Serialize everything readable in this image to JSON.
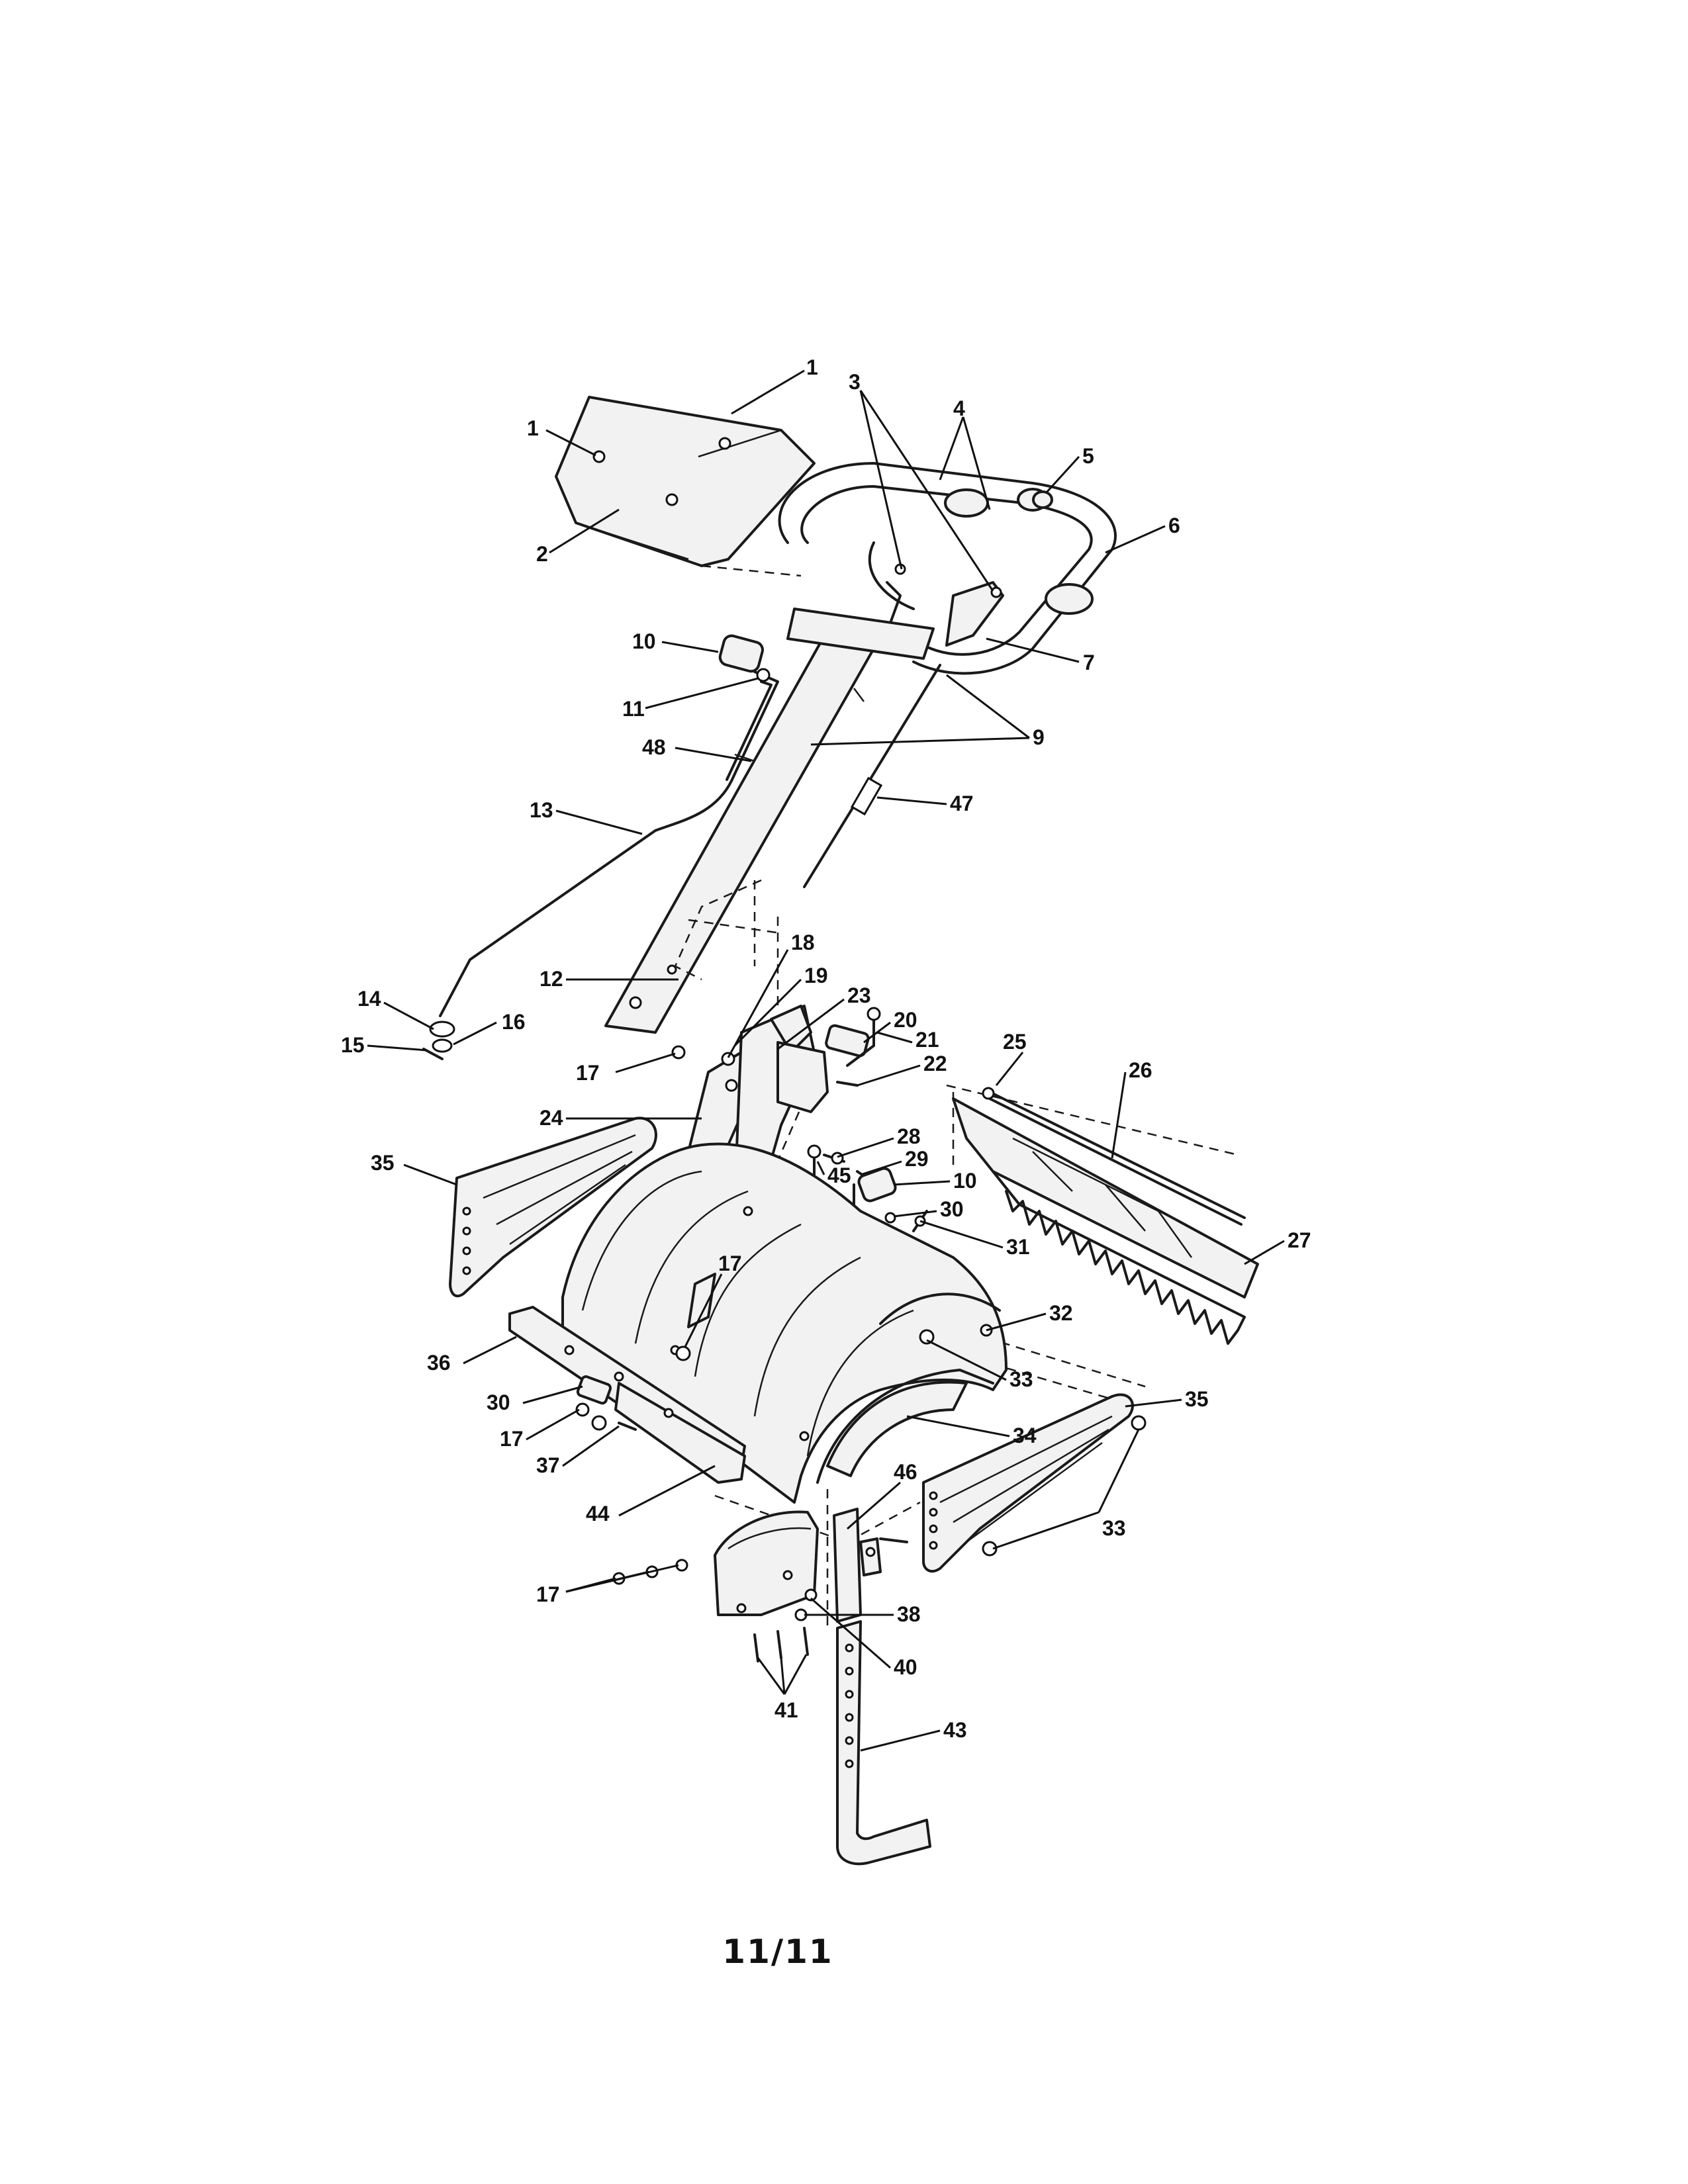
{
  "page": {
    "page_number": "11/11"
  },
  "callouts": {
    "c1a": "1",
    "c1b": "1",
    "c2": "2",
    "c3": "3",
    "c4": "4",
    "c5": "5",
    "c6": "6",
    "c7": "7",
    "c9": "9",
    "c10a": "10",
    "c10b": "10",
    "c11": "11",
    "c12": "12",
    "c13": "13",
    "c14": "14",
    "c15": "15",
    "c16": "16",
    "c17a": "17",
    "c17b": "17",
    "c17c": "17",
    "c17d": "17",
    "c18": "18",
    "c19": "19",
    "c20": "20",
    "c21": "21",
    "c22": "22",
    "c23": "23",
    "c24": "24",
    "c25": "25",
    "c26": "26",
    "c27": "27",
    "c28": "28",
    "c29": "29",
    "c30a": "30",
    "c30b": "30",
    "c31": "31",
    "c32": "32",
    "c33a": "33",
    "c33b": "33",
    "c34": "34",
    "c35a": "35",
    "c35b": "35",
    "c36": "36",
    "c37": "37",
    "c38": "38",
    "c40": "40",
    "c41": "41",
    "c43": "43",
    "c44": "44",
    "c45": "45",
    "c46": "46",
    "c47": "47",
    "c48": "48"
  }
}
